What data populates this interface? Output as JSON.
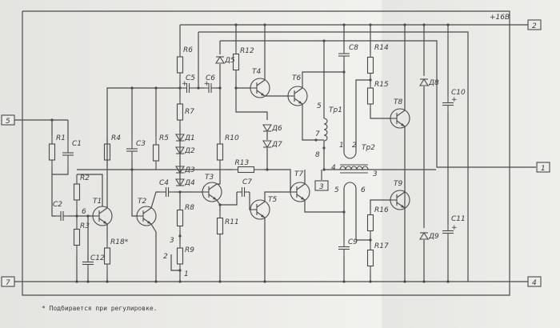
{
  "title": "Принципиальная схема",
  "supply_label": "+16В",
  "terminals": {
    "t1": "1",
    "t2": "2",
    "t3": "3",
    "t4": "4",
    "t5": "5",
    "t7": "7"
  },
  "labels": {
    "R1": "R1",
    "R2": "R2",
    "R3": "R3",
    "R4": "R4",
    "R5": "R5",
    "R6": "R6",
    "R7": "R7",
    "R8": "R8",
    "R9": "R9",
    "R10": "R10",
    "R11": "R11",
    "R12": "R12",
    "R13": "R13",
    "R14": "R14",
    "R15": "R15",
    "R16": "R16",
    "R17": "R17",
    "R18": "R18*",
    "C1": "C1",
    "C2": "C2",
    "C3": "C3",
    "C4": "C4",
    "C5": "C5",
    "C6": "C6",
    "C7": "C7",
    "C8": "C8",
    "C9": "C9",
    "C10": "C10",
    "C11": "C11",
    "C12": "C12",
    "D1": "Д1",
    "D2": "Д2",
    "D3": "Д3",
    "D4": "Д4",
    "D5": "Д5",
    "D6": "Д6",
    "D7": "Д7",
    "D8": "Д8",
    "D9": "Д9",
    "T1": "T1",
    "T2": "T2",
    "T3": "T3",
    "T4": "T4",
    "T5": "T5",
    "T6": "T6",
    "T7": "T7",
    "T8": "T8",
    "T9": "T9",
    "Tp1": "Tp1",
    "Tp2": "Tp2"
  },
  "pins": {
    "p1": "1",
    "p2": "2",
    "p3": "3",
    "p4": "4",
    "p5": "5",
    "p6": "6",
    "p7": "7",
    "p8": "8",
    "n6": "6",
    "r9_1": "1",
    "r9_2": "2",
    "r9_3": "3",
    "tp1_5": "5",
    "tp2_5": "5"
  },
  "footnote": "* Подбирается при регулировке."
}
